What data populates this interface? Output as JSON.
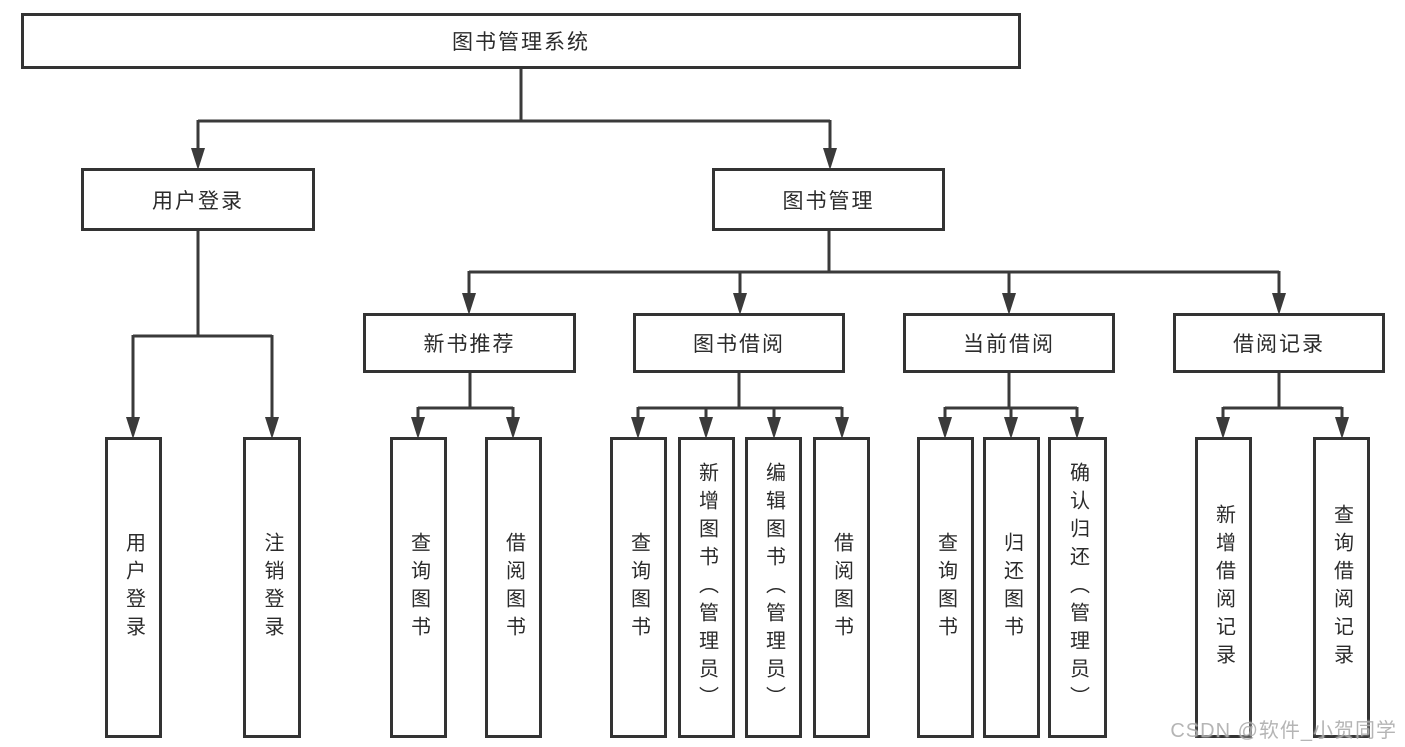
{
  "diagram": {
    "root": {
      "label": "图书管理系统"
    },
    "level2": [
      {
        "label": "用户登录"
      },
      {
        "label": "图书管理"
      }
    ],
    "level3": [
      {
        "label": "新书推荐"
      },
      {
        "label": "图书借阅"
      },
      {
        "label": "当前借阅"
      },
      {
        "label": "借阅记录"
      }
    ],
    "leaves": [
      {
        "label": "用户登录"
      },
      {
        "label": "注销登录"
      },
      {
        "label": "查询图书"
      },
      {
        "label": "借阅图书"
      },
      {
        "label": "查询图书"
      },
      {
        "label": "新增图书（管理员）"
      },
      {
        "label": "编辑图书（管理员）"
      },
      {
        "label": "借阅图书"
      },
      {
        "label": "查询图书"
      },
      {
        "label": "归还图书"
      },
      {
        "label": "确认归还（管理员）"
      },
      {
        "label": "新增借阅记录"
      },
      {
        "label": "查询借阅记录"
      }
    ]
  },
  "watermark": {
    "text": "CSDN @软件_小贺同学"
  },
  "colors": {
    "line": "#3a3a3a",
    "box_border": "#333333",
    "text": "#2b2b2b",
    "watermark": "#adadad",
    "background": "#ffffff"
  }
}
